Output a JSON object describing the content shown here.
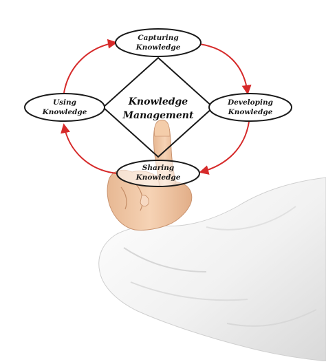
{
  "diagram": {
    "center": {
      "line1": "Knowledge",
      "line2": "Management"
    },
    "nodes": {
      "capturing": {
        "line1": "Capturing",
        "line2": "Knowledge"
      },
      "developing": {
        "line1": "Developing",
        "line2": "Knowledge"
      },
      "sharing": {
        "line1": "Sharing",
        "line2": "Knowledge"
      },
      "using": {
        "line1": "Using",
        "line2": "Knowledge"
      }
    }
  },
  "colors": {
    "ink": "#1a1a1a",
    "arrow": "#d62a2a",
    "sleeve": "#f2f2f2",
    "skin": "#f0c9a6"
  }
}
